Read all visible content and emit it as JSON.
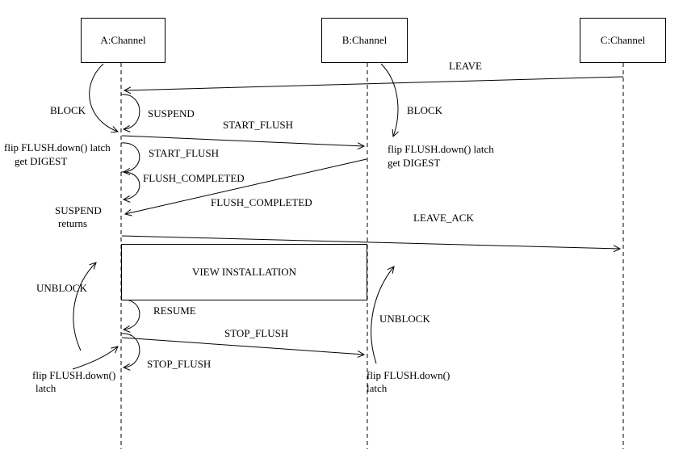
{
  "actors": {
    "a": "A:Channel",
    "b": "B:Channel",
    "c": "C:Channel"
  },
  "labels": {
    "leave": "LEAVE",
    "block_a": "BLOCK",
    "suspend_self": "SUSPEND",
    "start_flush_msg": "START_FLUSH",
    "block_b": "BLOCK",
    "flip_a_line1": "flip FLUSH.down() latch",
    "flip_a_line2": "get DIGEST",
    "start_flush_self": "START_FLUSH",
    "flip_b_line1": "flip FLUSH.down() latch",
    "flip_b_line2": "get DIGEST",
    "flush_completed_self": "FLUSH_COMPLETED",
    "flush_completed_msg": "FLUSH_COMPLETED",
    "suspend_returns_line1": "SUSPEND",
    "suspend_returns_line2": "returns",
    "leave_ack": "LEAVE_ACK",
    "view_installation": "VIEW INSTALLATION",
    "unblock_a": "UNBLOCK",
    "resume_self": "RESUME",
    "stop_flush_msg": "STOP_FLUSH",
    "unblock_b": "UNBLOCK",
    "stop_flush_self": "STOP_FLUSH",
    "flip_bottom_a_line1": "flip FLUSH.down()",
    "flip_bottom_a_line2": "latch",
    "flip_bottom_b_line1": "flip FLUSH.down()",
    "flip_bottom_b_line2": "latch"
  }
}
